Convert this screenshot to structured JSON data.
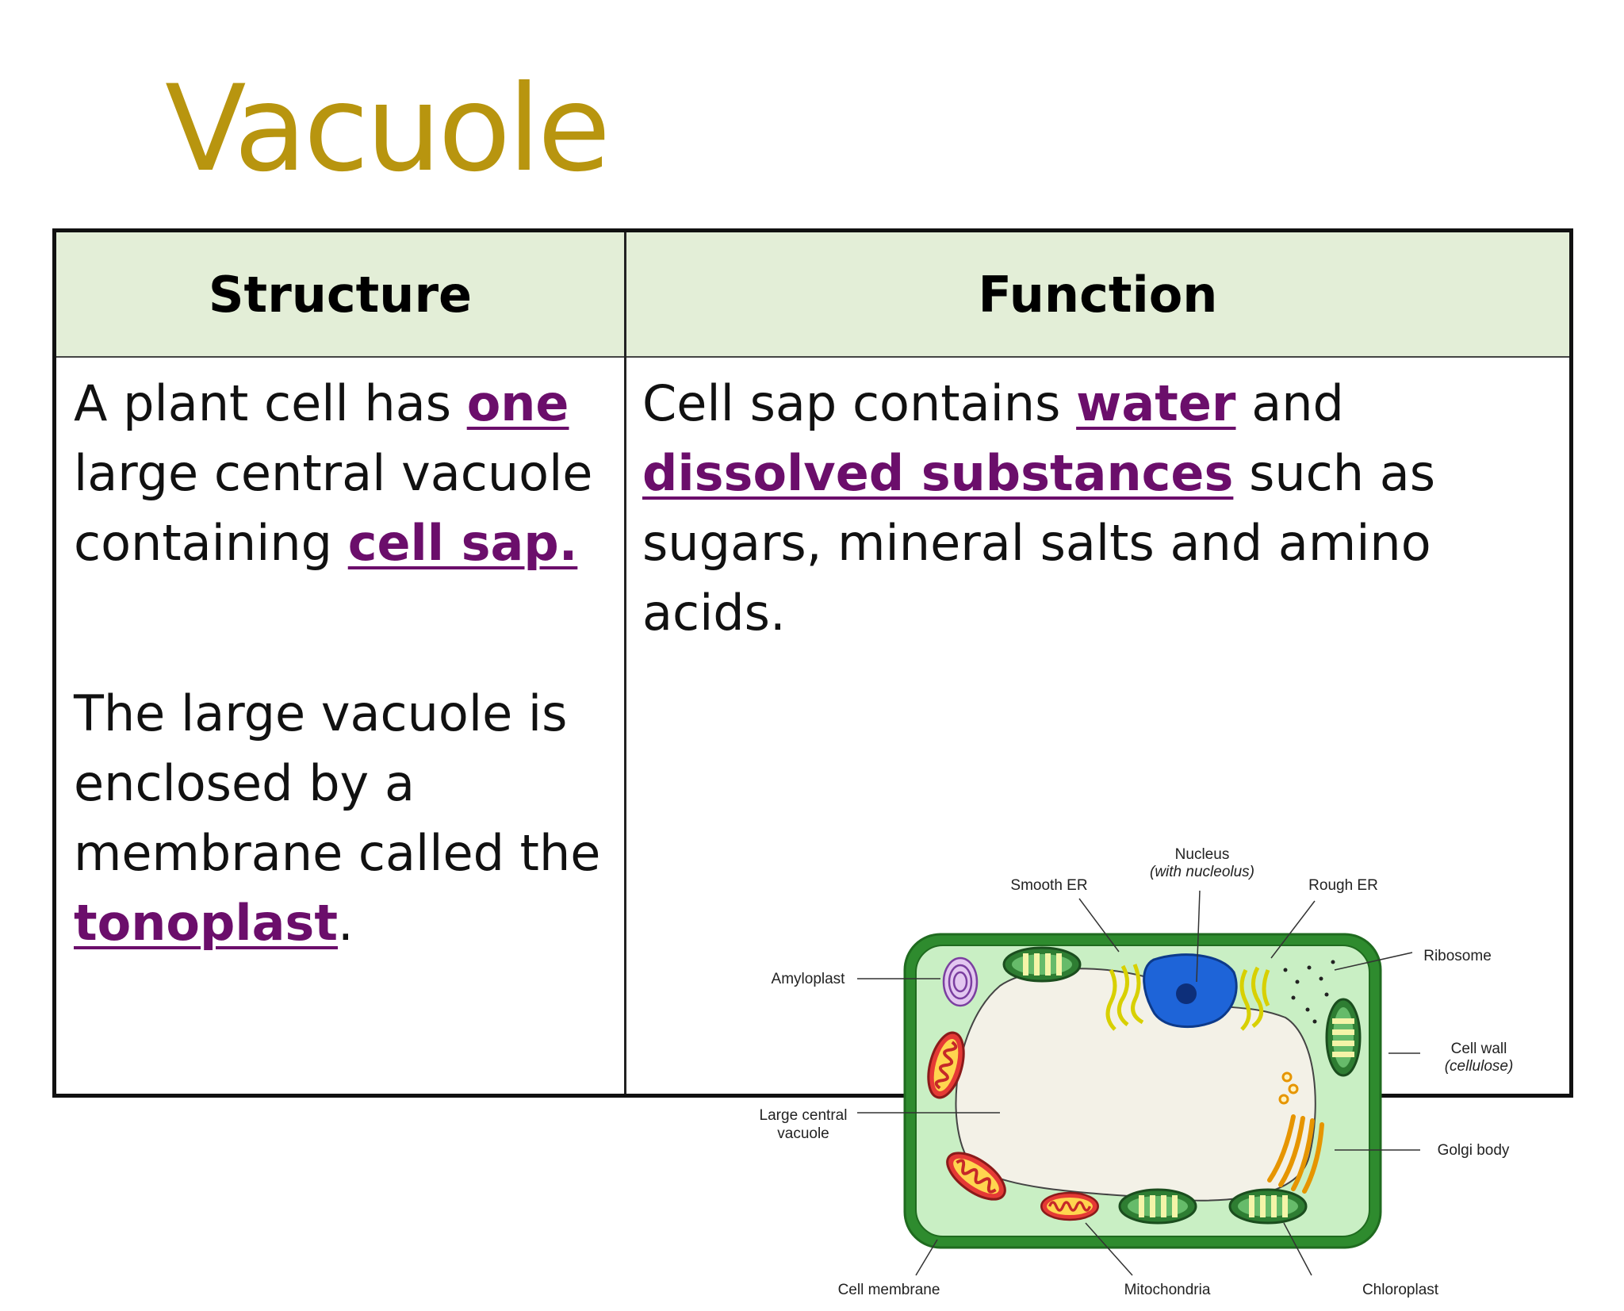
{
  "title": "Vacuole",
  "table": {
    "headers": {
      "structure": "Structure",
      "function": "Function"
    },
    "structure": {
      "p1": {
        "t1": "A plant cell has ",
        "h1": "one",
        "t2": " large central vacuole containing ",
        "h2": "cell sap."
      },
      "p2": {
        "t1": "The large vacuole is enclosed by a membrane called the ",
        "h1": "tonoplast",
        "t2": "."
      }
    },
    "function": {
      "p1": {
        "t1": "Cell sap contains ",
        "h1": "water",
        "t2": " and ",
        "h2": "dissolved substances",
        "t3": " such as sugars, mineral salts and amino acids."
      }
    }
  },
  "diagram": {
    "labels": {
      "nucleus": "Nucleus",
      "nucleus_sub": "(with nucleolus)",
      "smooth_er": "Smooth ER",
      "rough_er": "Rough ER",
      "ribosome": "Ribosome",
      "amyloplast": "Amyloplast",
      "cell_wall": "Cell wall",
      "cell_wall_sub": "(cellulose)",
      "vacuole_1": "Large central",
      "vacuole_2": "vacuole",
      "golgi": "Golgi body",
      "cell_membrane": "Cell membrane",
      "mitochondria": "Mitochondria",
      "chloroplast": "Chloroplast"
    }
  }
}
